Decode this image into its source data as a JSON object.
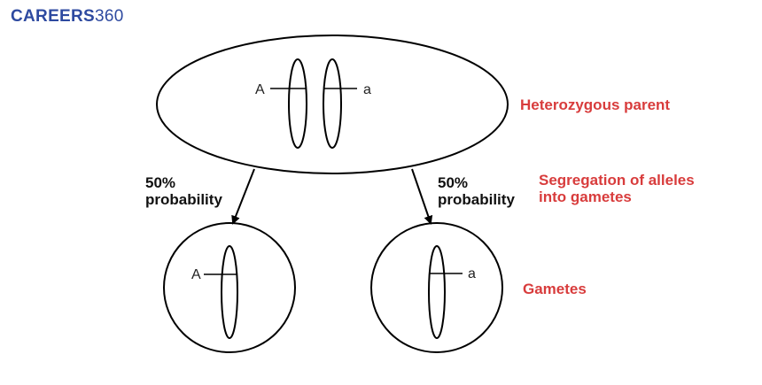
{
  "brand": {
    "part1": "CAREERS",
    "part2": "360"
  },
  "parent": {
    "label": "Heterozygous parent",
    "allele_left": "A",
    "allele_right": "a"
  },
  "segregation": {
    "line1": "Segregation of alleles",
    "line2": "into gametes"
  },
  "arrows": {
    "left": {
      "line1": "50%",
      "line2": "probability"
    },
    "right": {
      "line1": "50%",
      "line2": "probability"
    }
  },
  "gametes": {
    "label": "Gametes",
    "left_allele": "A",
    "right_allele": "a"
  },
  "colors": {
    "logo": "#2e4aa0",
    "annotation": "#d83c3c",
    "stroke": "#000000"
  }
}
